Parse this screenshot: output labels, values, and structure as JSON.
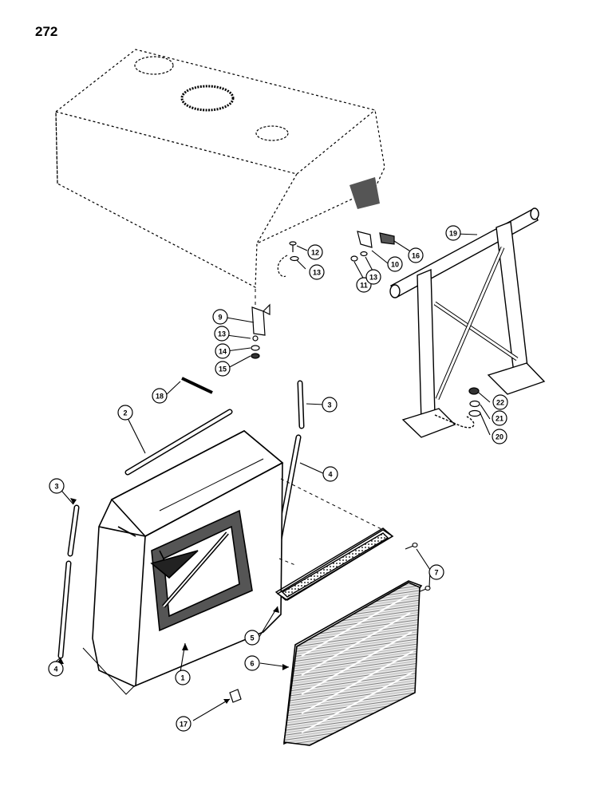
{
  "page_number": "272",
  "callouts": [
    {
      "id": "c1",
      "label": "1"
    },
    {
      "id": "c2",
      "label": "2"
    },
    {
      "id": "c3a",
      "label": "3"
    },
    {
      "id": "c3b",
      "label": "3"
    },
    {
      "id": "c4a",
      "label": "4"
    },
    {
      "id": "c4b",
      "label": "4"
    },
    {
      "id": "c5",
      "label": "5"
    },
    {
      "id": "c6",
      "label": "6"
    },
    {
      "id": "c7",
      "label": "7"
    },
    {
      "id": "c9",
      "label": "9"
    },
    {
      "id": "c10",
      "label": "10"
    },
    {
      "id": "c11",
      "label": "11"
    },
    {
      "id": "c12",
      "label": "12"
    },
    {
      "id": "c13a",
      "label": "13"
    },
    {
      "id": "c13b",
      "label": "13"
    },
    {
      "id": "c13c",
      "label": "13"
    },
    {
      "id": "c14",
      "label": "14"
    },
    {
      "id": "c15",
      "label": "15"
    },
    {
      "id": "c16",
      "label": "16"
    },
    {
      "id": "c17",
      "label": "17"
    },
    {
      "id": "c18",
      "label": "18"
    },
    {
      "id": "c19",
      "label": "19"
    },
    {
      "id": "c20",
      "label": "20"
    },
    {
      "id": "c21",
      "label": "21"
    },
    {
      "id": "c22",
      "label": "22"
    }
  ]
}
